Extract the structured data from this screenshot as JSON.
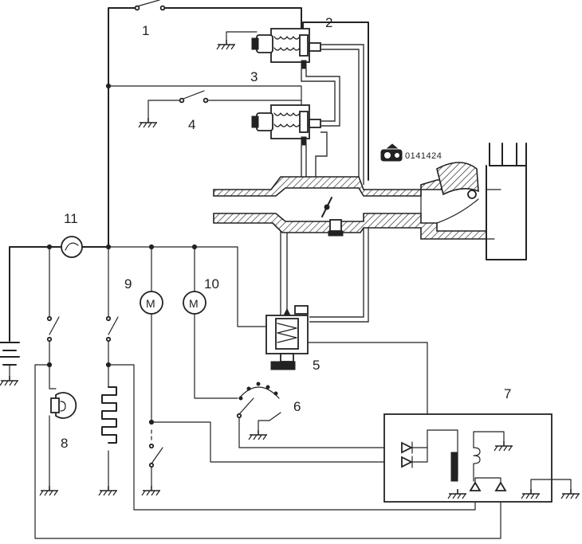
{
  "callouts": [
    {
      "id": "1",
      "text": "1"
    },
    {
      "id": "2",
      "text": "2"
    },
    {
      "id": "3",
      "text": "3"
    },
    {
      "id": "4",
      "text": "4"
    },
    {
      "id": "5",
      "text": "5"
    },
    {
      "id": "6",
      "text": "6"
    },
    {
      "id": "7",
      "text": "7"
    },
    {
      "id": "8",
      "text": "8"
    },
    {
      "id": "9",
      "text": "9"
    },
    {
      "id": "10",
      "text": "10"
    },
    {
      "id": "11",
      "text": "11"
    }
  ],
  "motor_symbol": "M",
  "figure_code": "0141424",
  "colors": {
    "line": "#222222",
    "background": "#ffffff",
    "pipe_fill": "#d9d9d9"
  },
  "icons": [
    "switch-icon",
    "ground-icon",
    "solenoid-valve-icon",
    "motor-icon",
    "battery-icon",
    "fuse-icon",
    "heater-element-icon",
    "lamp-icon",
    "diode-icon",
    "relay-coil-icon",
    "camera-icon"
  ]
}
